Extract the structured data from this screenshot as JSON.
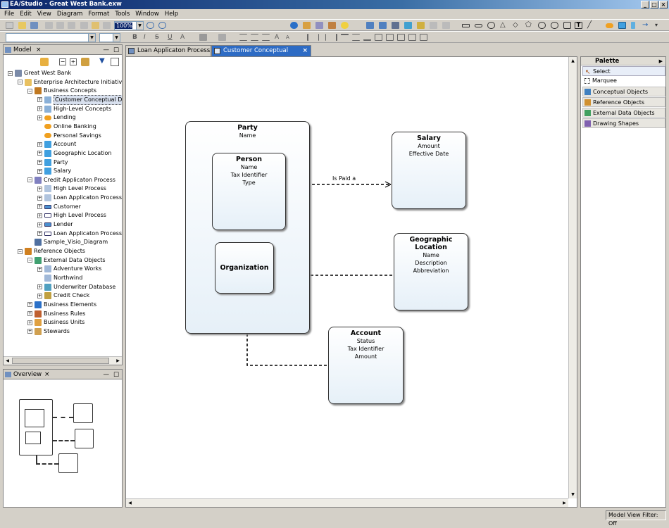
{
  "window": {
    "title": "EA/Studio - Great West Bank.exw"
  },
  "menu": [
    "File",
    "Edit",
    "View",
    "Diagram",
    "Format",
    "Tools",
    "Window",
    "Help"
  ],
  "toolbar": {
    "zoom": "100%"
  },
  "model_panel": {
    "title": "Model"
  },
  "tree": [
    {
      "label": "Great West Bank",
      "icon": "building-icon",
      "exp": "-"
    },
    {
      "label": "Enterprise Architecture Initiative",
      "icon": "folder-icon",
      "exp": "-"
    },
    {
      "label": "Business Concepts",
      "icon": "concepts-icon",
      "exp": "-"
    },
    {
      "label": "Customer Conceptual Diagram",
      "icon": "diagram-icon",
      "exp": "+",
      "selected": true
    },
    {
      "label": "High-Level Concepts",
      "icon": "diagram-icon",
      "exp": "+"
    },
    {
      "label": "Lending",
      "icon": "concept-oval-icon",
      "exp": "+"
    },
    {
      "label": "Online Banking",
      "icon": "concept-oval-icon",
      "exp": ""
    },
    {
      "label": "Personal Savings",
      "icon": "concept-oval-icon",
      "exp": ""
    },
    {
      "label": "Account",
      "icon": "entity-icon",
      "exp": "+"
    },
    {
      "label": "Geographic  Location",
      "icon": "entity-icon",
      "exp": "+"
    },
    {
      "label": "Party",
      "icon": "entity-icon",
      "exp": "+"
    },
    {
      "label": "Salary",
      "icon": "entity-icon",
      "exp": "+"
    },
    {
      "label": "Credit Applicaton Process",
      "icon": "process-icon",
      "exp": "-"
    },
    {
      "label": "High Level Process",
      "icon": "flow-icon",
      "exp": "+"
    },
    {
      "label": "Loan Applicaton Process",
      "icon": "flow-icon",
      "exp": "+"
    },
    {
      "label": "Customer",
      "icon": "role-icon",
      "exp": "+"
    },
    {
      "label": "High Level Process",
      "icon": "rect-icon",
      "exp": "+"
    },
    {
      "label": "Lender",
      "icon": "role-icon",
      "exp": "+"
    },
    {
      "label": "Loan Applicaton Process",
      "icon": "rect-icon",
      "exp": "+"
    },
    {
      "label": "Sample_Visio_Diagram",
      "icon": "visio-icon",
      "exp": ""
    },
    {
      "label": "Reference Objects",
      "icon": "books-icon",
      "exp": "-"
    },
    {
      "label": "External Data Objects",
      "icon": "external-data-icon",
      "exp": "-"
    },
    {
      "label": "Adventure Works",
      "icon": "grid-icon",
      "exp": "+"
    },
    {
      "label": "Northwind",
      "icon": "grid-icon",
      "exp": ""
    },
    {
      "label": "Underwriter Database",
      "icon": "database-icon",
      "exp": "+"
    },
    {
      "label": "Credit Check",
      "icon": "search-doc-icon",
      "exp": "+"
    },
    {
      "label": "Business Elements",
      "icon": "globe-icon",
      "exp": "+"
    },
    {
      "label": "Business Rules",
      "icon": "rules-icon",
      "exp": "+"
    },
    {
      "label": "Business Units",
      "icon": "units-icon",
      "exp": "+"
    },
    {
      "label": "Stewards",
      "icon": "people-icon",
      "exp": "+"
    }
  ],
  "overview_panel": {
    "title": "Overview"
  },
  "tabs": [
    {
      "label": "Loan Applicaton Process"
    },
    {
      "label": "Customer Conceptual Diagram",
      "active": true
    }
  ],
  "diagram": {
    "party": {
      "title": "Party",
      "attrs": [
        "Name"
      ]
    },
    "person": {
      "title": "Person",
      "attrs": [
        "Name",
        "Tax Identifier",
        "Type"
      ]
    },
    "organization": {
      "title": "Organization"
    },
    "salary": {
      "title": "Salary",
      "attrs": [
        "Amount",
        "Effective Date"
      ]
    },
    "geo": {
      "title": "Geographic\nLocation",
      "attrs": [
        "Name",
        "Description",
        "Abbreviation"
      ]
    },
    "account": {
      "title": "Account",
      "attrs": [
        "Status",
        "Tax Identifier",
        "Amount"
      ]
    },
    "relation_label": "Is Paid a"
  },
  "palette": {
    "title": "Palette",
    "tools": [
      {
        "label": "Select",
        "icon": "arrow-cursor-icon"
      },
      {
        "label": "Marquee",
        "icon": "marquee-icon"
      }
    ],
    "drawers": [
      {
        "label": "Conceptual Objects",
        "icon": "concept-drawer-icon"
      },
      {
        "label": "Reference Objects",
        "icon": "books-icon"
      },
      {
        "label": "External Data Objects",
        "icon": "external-data-icon"
      },
      {
        "label": "Drawing Shapes",
        "icon": "shapes-icon"
      }
    ]
  },
  "status": {
    "filter": "Model View Filter: Off"
  }
}
